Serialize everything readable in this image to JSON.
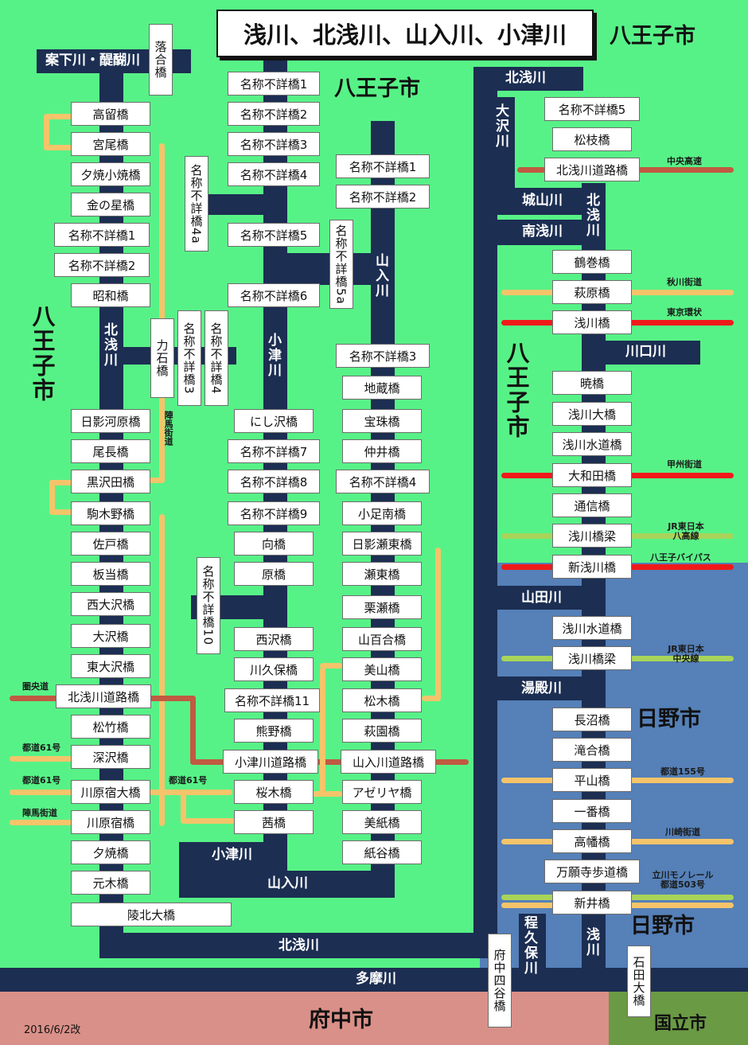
{
  "title": "浅川、北浅川、山入川、小津川",
  "date": "2016/6/2改",
  "cities": {
    "hachioji_top_right": "八王子市",
    "hachioji_center": "八王子市",
    "hachioji_left": "八王子市",
    "hachioji_right": "八王子市",
    "hino_1": "日野市",
    "hino_2": "日野市",
    "fuchu": "府中市",
    "kunitachi": "国立市"
  },
  "rivers": {
    "anshita": "案下川・醍醐川",
    "kitaasa_left": "北浅川",
    "kitaasa_bottom": "北浅川",
    "kitaasa_top": "北浅川",
    "kitaasa_right": "北浅川",
    "ozu": "小津川",
    "ozu_bottom": "小津川",
    "yamairi": "山入川",
    "yamairi_bottom": "山入川",
    "osawa": "大沢川",
    "shiroyama": "城山川",
    "minamiasa": "南浅川",
    "kawaguchi": "川口川",
    "yamada": "山田川",
    "yudono": "湯殿川",
    "hodokubo": "程久保川",
    "asakawa": "浅川",
    "tama": "多摩川"
  },
  "bridges": {
    "ochiai": "落合橋",
    "takatome": "高留橋",
    "miyao": "宮尾橋",
    "yuyake_koyake": "夕焼小焼橋",
    "kinnohoshi": "金の星橋",
    "l_fumei1": "名称不詳橋1",
    "l_fumei2": "名称不詳橋2",
    "showa": "昭和橋",
    "hikage_kawara": "日影河原橋",
    "ocho": "尾長橋",
    "kurosawada": "黒沢田橋",
    "komakino": "駒木野橋",
    "sado": "佐戸橋",
    "itato": "板当橋",
    "nishiosawa": "西大沢橋",
    "osawa_b": "大沢橋",
    "higashiosawa": "東大沢橋",
    "kitaasa_doro": "北浅川道路橋",
    "matsutake": "松竹橋",
    "fukasawa": "深沢橋",
    "kawarajuku_o": "川原宿大橋",
    "kawarajuku": "川原宿橋",
    "yuyake": "夕焼橋",
    "motoki": "元木橋",
    "ryohoku_o": "陵北大橋",
    "rikiishi": "力石橋",
    "k_fumei3": "名称不詳橋3",
    "k_fumei4": "名称不詳橋4",
    "o_fumei1": "名称不詳橋1",
    "o_fumei2": "名称不詳橋2",
    "o_fumei3": "名称不詳橋3",
    "o_fumei4": "名称不詳橋4",
    "o_fumei4a": "名称不詳橋4a",
    "o_fumei5": "名称不詳橋5",
    "o_fumei6": "名称不詳橋6",
    "nishisawa": "にし沢橋",
    "o_fumei7": "名称不詳橋7",
    "o_fumei8": "名称不詳橋8",
    "o_fumei9": "名称不詳橋9",
    "muko": "向橋",
    "hara": "原橋",
    "o_fumei10": "名称不詳橋10",
    "nishizawa": "西沢橋",
    "kawakubo": "川久保橋",
    "o_fumei11": "名称不詳橋11",
    "kumano": "熊野橋",
    "ozu_doro": "小津川道路橋",
    "sakuragi": "桜木橋",
    "akane": "茜橋",
    "y_fumei1": "名称不詳橋1",
    "y_fumei2": "名称不詳橋2",
    "y_fumei5a": "名称不詳橋5a",
    "y_fumei3": "名称不詳橋3",
    "jizo": "地蔵橋",
    "hoju": "宝珠橋",
    "nakai": "仲井橋",
    "y_fumei4": "名称不詳橋4",
    "koashiminami": "小足南橋",
    "hikage_seto": "日影瀬東橋",
    "seto": "瀬東橋",
    "kurise": "栗瀬橋",
    "yamayuri": "山百合橋",
    "miyama": "美山橋",
    "matsuki": "松木橋",
    "hagizono": "萩園橋",
    "yamairi_doro": "山入川道路橋",
    "azeriya": "アゼリヤ橋",
    "bishi": "美紙橋",
    "kamiya": "紙谷橋",
    "r_fumei5": "名称不詳橋5",
    "matsueda": "松枝橋",
    "kitaasa_doro_r": "北浅川道路橋",
    "tsurumaki": "鶴巻橋",
    "hagiwara": "萩原橋",
    "asakawa_b": "浅川橋",
    "akatsuki": "暁橋",
    "asakawa_o": "浅川大橋",
    "asakawa_suido": "浅川水道橋",
    "owada": "大和田橋",
    "tsushin": "通信橋",
    "asakawa_kyoryo": "浅川橋梁",
    "shin_asakawa": "新浅川橋",
    "asakawa_suido2": "浅川水道橋",
    "asakawa_kyoryo2": "浅川橋梁",
    "naganuma": "長沼橋",
    "takiai": "滝合橋",
    "hirayama": "平山橋",
    "ichiban": "一番橋",
    "takahata": "高幡橋",
    "manganji": "万願寺歩道橋",
    "arai": "新井橋",
    "fuchu_yotsuya": "府中四谷橋",
    "ishida_o": "石田大橋"
  },
  "roads": {
    "jinba_v": "陣馬街道",
    "ken_o": "圏央道",
    "todo61_a": "都道61号",
    "todo61_b": "都道61号",
    "todo61_c": "都道61号",
    "jinba_h": "陣馬街道",
    "chuo_ko": "中央高速",
    "akigawa": "秋川街道",
    "tokyo_kanjo": "東京環状",
    "koshu": "甲州街道",
    "jr_hachiko": "JR東日本\n八高線",
    "hachioji_bypass": "八王子バイパス",
    "jr_chuo": "JR東日本\n中央線",
    "todo155": "都道155号",
    "kawasaki": "川崎街道",
    "monorail": "立川モノレール\n都道503号"
  },
  "colors": {
    "hachioji_land": "#57f287",
    "hino_land": "#5580b8",
    "fuchu_land": "#d99088",
    "kunitachi_land": "#6a9a44",
    "river": "#1c2e52",
    "road_prefectural": "#f5c46a",
    "road_national": "#f01a1a",
    "road_expressway": "#c05a40",
    "railway": "#a8d45a"
  }
}
